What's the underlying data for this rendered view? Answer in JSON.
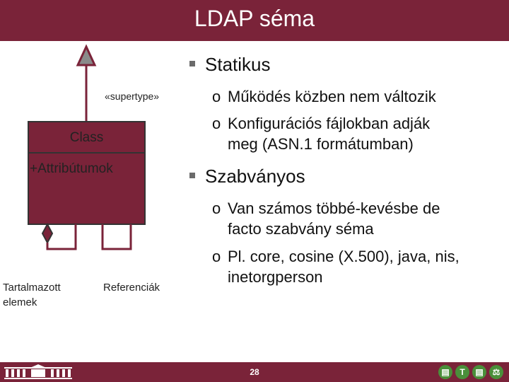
{
  "title": "LDAP séma",
  "diagram": {
    "stereotype": "«supertype»",
    "class_name": "Class",
    "attribute": "+Attribútumok",
    "contained_label_line1": "Tartalmazott",
    "contained_label_line2": "elemek",
    "references_label": "Referenciák",
    "colors": {
      "fill": "#7a2339",
      "stroke": "#333333",
      "triangle_fill": "#8a8a8a",
      "line": "#7a2339"
    }
  },
  "bullets": [
    {
      "text": "Statikus",
      "sub": [
        {
          "lines": [
            "Működés közben nem változik"
          ]
        },
        {
          "lines": [
            "Konfigurációs fájlokban adják",
            "meg (ASN.1 formátumban)"
          ]
        }
      ]
    },
    {
      "text": "Szabványos",
      "sub": [
        {
          "lines": [
            "Van számos többé-kevésbe de",
            "facto szabvány séma"
          ]
        },
        {
          "lines": [
            "Pl. core, cosine (X.500), java, nis,",
            "inetorgperson"
          ]
        }
      ]
    }
  ],
  "sub_marker": "o",
  "footer": {
    "page_number": "28",
    "nav_icons": [
      {
        "name": "book-icon",
        "color": "#4a8f3a"
      },
      {
        "name": "teacher-icon",
        "color": "#4a8f3a"
      },
      {
        "name": "book-icon",
        "color": "#4a8f3a"
      },
      {
        "name": "scale-icon",
        "color": "#4a8f3a"
      }
    ]
  }
}
